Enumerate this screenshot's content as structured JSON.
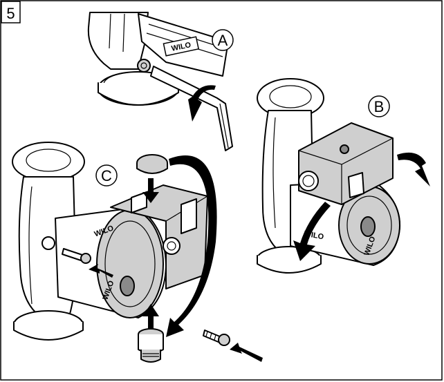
{
  "figure": {
    "step_number": "5",
    "views": [
      {
        "label": "A"
      },
      {
        "label": "B"
      },
      {
        "label": "C"
      }
    ],
    "brand_text": "WILO"
  }
}
